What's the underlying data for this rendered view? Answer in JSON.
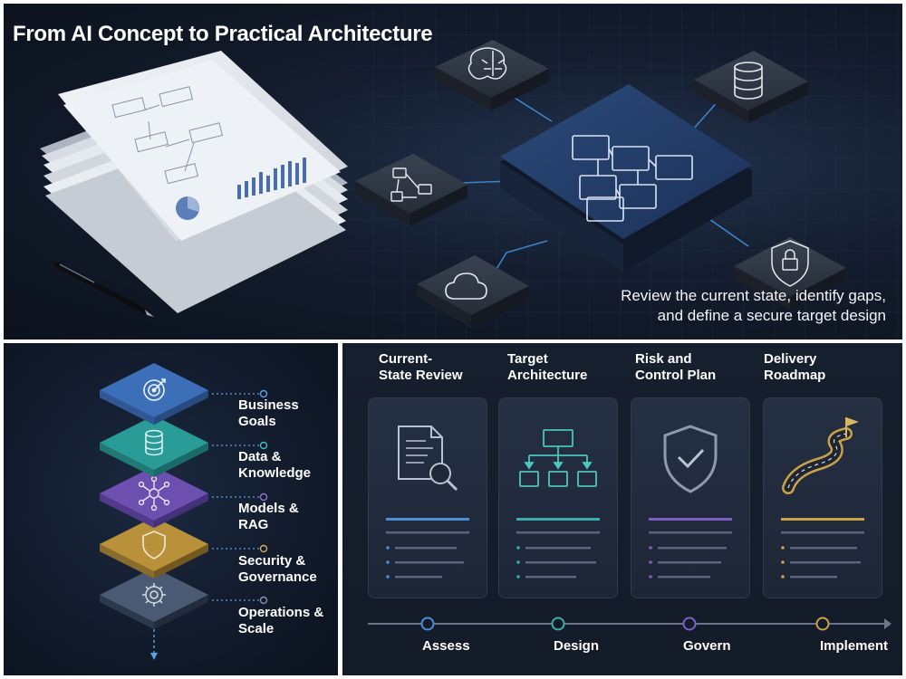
{
  "hero": {
    "title": "From AI Concept to Practical Architecture",
    "caption_line1": "Review the current state, identify gaps,",
    "caption_line2": "and define a secure target design"
  },
  "stack": {
    "layers": [
      {
        "label_line1": "Business",
        "label_line2": "Goals",
        "icon": "target-icon",
        "color": "#3d6fb8"
      },
      {
        "label_line1": "Data &",
        "label_line2": "Knowledge",
        "icon": "database-icon",
        "color": "#2a9c98"
      },
      {
        "label_line1": "Models &",
        "label_line2": "RAG",
        "icon": "network-icon",
        "color": "#6d4fb0"
      },
      {
        "label_line1": "Security &",
        "label_line2": "Governance",
        "icon": "shield-icon",
        "color": "#b8913a"
      },
      {
        "label_line1": "Operations &",
        "label_line2": "Scale",
        "icon": "gear-icon",
        "color": "#4a5a73"
      }
    ]
  },
  "roadmap": {
    "columns": [
      {
        "title_line1": "Current-",
        "title_line2": "State Review",
        "icon": "document-search-icon",
        "accent": "#4a90d9"
      },
      {
        "title_line1": "Target",
        "title_line2": "Architecture",
        "icon": "hierarchy-icon",
        "accent": "#3aaea8"
      },
      {
        "title_line1": "Risk and",
        "title_line2": "Control Plan",
        "icon": "shield-check-icon",
        "accent": "#7b5fc7"
      },
      {
        "title_line1": "Delivery",
        "title_line2": "Roadmap",
        "icon": "road-flag-icon",
        "accent": "#c9a24a"
      }
    ],
    "stages": [
      "Assess",
      "Design",
      "Govern",
      "Implement"
    ]
  }
}
